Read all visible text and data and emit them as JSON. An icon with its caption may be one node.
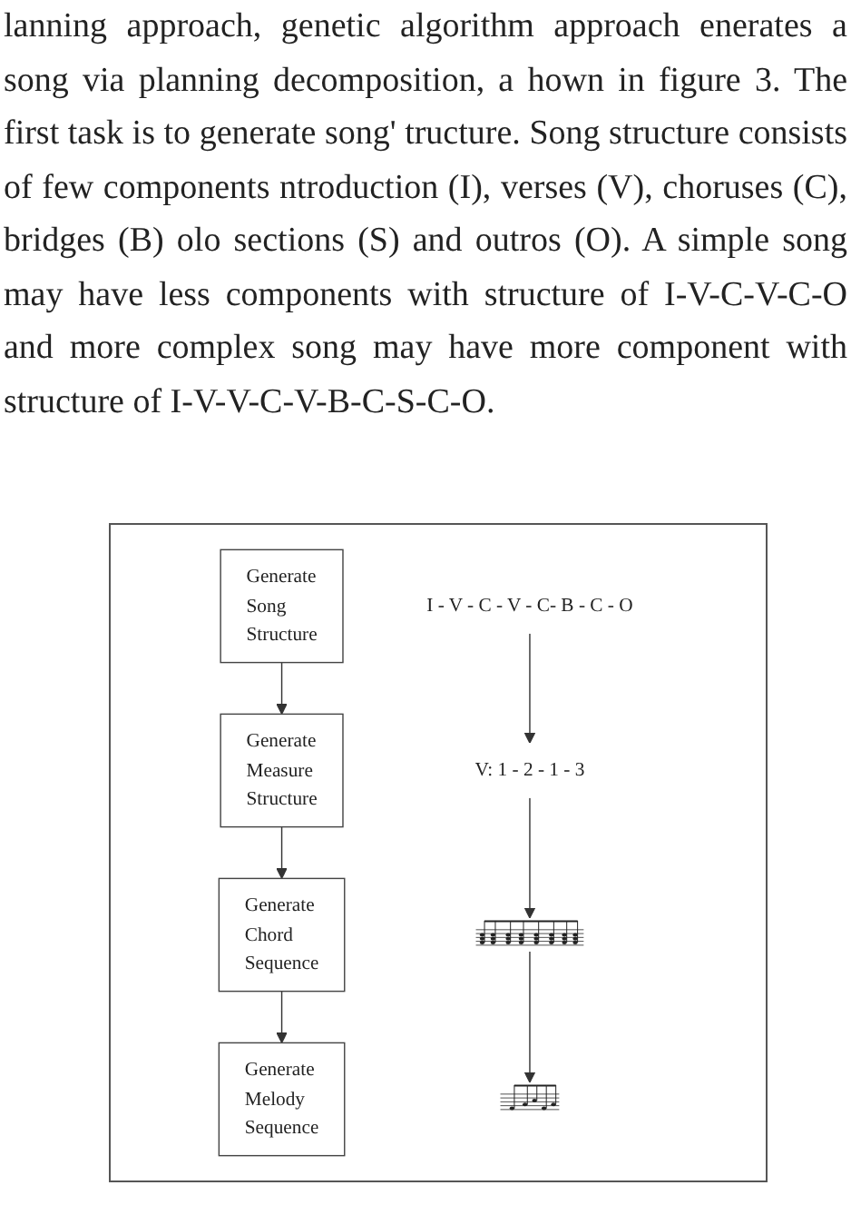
{
  "diagram": {
    "nodes": [
      {
        "text": [
          "Generate Song Structure"
        ]
      },
      {
        "text": [
          "I - V - C - V - C- B - C - O"
        ]
      },
      {
        "text": [
          "Generate Measure Structure"
        ]
      },
      {
        "text": [
          "V: 1 - 2 - 1 - 3"
        ]
      },
      {
        "text": [
          "Generate Chord Sequence"
        ]
      },
      {
        "text": [],
        "shape": "picture"
      },
      {
        "text": [
          "Generate Melody Sequence"
        ]
      },
      {
        "text": [],
        "shape": "picture"
      }
    ],
    "edges": [
      {
        "from": 0,
        "to": 2,
        "arrow": "to"
      },
      {
        "from": 1,
        "to": 3,
        "arrow": "to"
      },
      {
        "from": 2,
        "to": 4,
        "arrow": "to"
      },
      {
        "from": 3,
        "to": 5,
        "arrow": "to"
      },
      {
        "from": 4,
        "to": 6,
        "arrow": "to"
      },
      {
        "from": 5,
        "to": 7,
        "arrow": "to"
      }
    ],
    "labels": [
      "lanning approach, genetic algorithm approach enerates a song via planning decomposition, a hown in figure 3. The first task is to generate song' tructure. Song structure consists of few components ntroduction (I), verses (V), choruses (C), bridges (B) olo sections (S) and outros (O). A simple song may have less components with structure of I-V-C-V-C-O and more complex song may have more component with structure of I-V-V-C-V-B-C-S-C-O."
    ]
  }
}
